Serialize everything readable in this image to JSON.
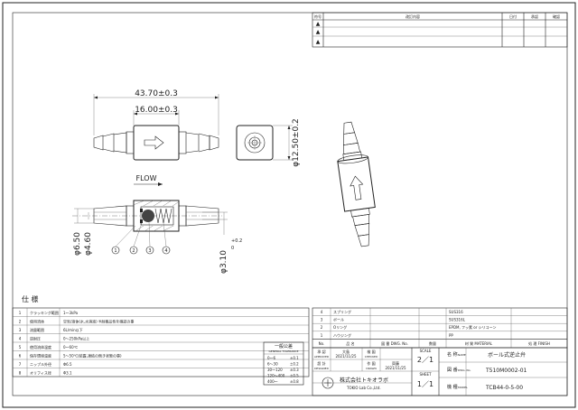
{
  "revision_table": {
    "headers": {
      "no": "符号",
      "content": "改訂内容",
      "date": "日付",
      "approved": "承認",
      "checked": "確認"
    },
    "rows": [
      {
        "no": "▲"
      },
      {
        "no": "▲"
      },
      {
        "no": "▲"
      }
    ]
  },
  "dimensions": {
    "overall_length": "43.70±0.3",
    "body_length": "16.00±0.3",
    "outer_diameter": "φ12.50±0.2",
    "port_od": "φ6.50",
    "port_id": "φ4.60",
    "orifice": "φ3.10"
  },
  "flow_label": "FLOW",
  "balloons": [
    "1",
    "2",
    "3",
    "4"
  ],
  "spec_table": {
    "title": "仕 様",
    "rows": [
      {
        "no": "1",
        "item": "クラッキング範囲",
        "value": "1～3kPa"
      },
      {
        "no": "2",
        "item": "使用流体",
        "value": "空気/液体(水,水溶液) ※耐薬品性を確認の事"
      },
      {
        "no": "3",
        "item": "流量範囲",
        "value": "6L/min以下"
      },
      {
        "no": "4",
        "item": "逆耐圧",
        "value": "0～250kPa以上"
      },
      {
        "no": "5",
        "item": "使用流体温度",
        "value": "0～60℃"
      },
      {
        "no": "6",
        "item": "保存環境温度",
        "value": "5～50℃(結露,凍結の無き状態の事)"
      },
      {
        "no": "7",
        "item": "ニップル外径",
        "value": "Φ6.5"
      },
      {
        "no": "8",
        "item": "オリフィス径",
        "value": "Φ3.1"
      }
    ]
  },
  "tolerance": {
    "title": "一般公差",
    "subtitle": "GENERAL TOLERANCE",
    "rows": [
      {
        "range": "0～6",
        "value": "±0.1"
      },
      {
        "range": "6～30",
        "value": "±0.2"
      },
      {
        "range": "30～120",
        "value": "±0.3"
      },
      {
        "range": "120～400",
        "value": "±0.5"
      },
      {
        "range": "400～",
        "value": "±0.8"
      }
    ]
  },
  "parts_table": {
    "rows": [
      {
        "no": "4",
        "name": "スプリング",
        "material": "SUS316"
      },
      {
        "no": "3",
        "name": "ボール",
        "material": "SUS316L"
      },
      {
        "no": "2",
        "name": "Oリング",
        "material": "EPDM, フッ素 or シリコーン"
      },
      {
        "no": "1",
        "name": "ハウジング",
        "material": "PP"
      }
    ],
    "headers": {
      "no": "No.",
      "name": "品 名",
      "drawing_no": "図 番 DWG. No.",
      "qty": "数量",
      "material": "材 質 MATERIAL",
      "finish": "処 理 FINISH"
    }
  },
  "title_block": {
    "approved_label": "承 認",
    "approved_en": "APPROVED",
    "approved_by": "大島",
    "approved_date": "2021/11/25",
    "checked_label": "検 図",
    "checked_en": "CHECKED",
    "designed_label": "設 計",
    "designed_en": "DESIGNED",
    "drawn_label": "作 図",
    "drawn_en": "DRAWN",
    "drawn_by": "齊藤",
    "drawn_date": "2021/11/25",
    "scale_label": "SCALE",
    "scale": "2／1",
    "sheet_label": "SHEET",
    "sheet": "1／1",
    "name_label": "名 称",
    "name_en": "NAME",
    "name": "ボール式逆止弁",
    "dwg_label": "図 番",
    "dwg_en": "DWG. No.",
    "dwg_no": "T510M0002-01",
    "model_label": "機 種",
    "model_en": "MODEL",
    "model": "TCB44-0-5-00",
    "company": "株式会社トキオラボ",
    "company_en": "TOKIO Lab Co.,Ltd."
  }
}
